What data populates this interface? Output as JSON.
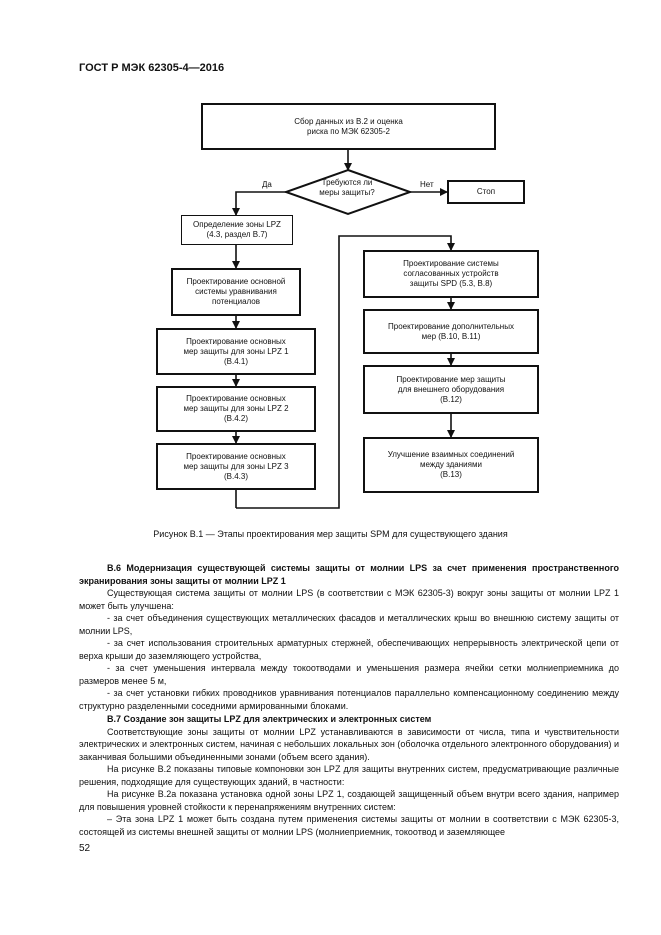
{
  "header": {
    "doc_id": "ГОСТ Р МЭК 62305-4—2016"
  },
  "flowchart": {
    "start": "Сбор данных  из В.2 и оценка\nриска по МЭК 62305-2",
    "decision": "Требуются ли\nмеры защиты?",
    "yes_label": "Да",
    "no_label": "Нет",
    "stop": "Стоп",
    "define_zone": "Определение зоны LPZ\n(4.3, раздел В.7)",
    "left_steps": [
      "Проектирование основной\nсистемы уравнивания\nпотенциалов",
      "Проектирование основных\nмер защиты для зоны LPZ 1\n(В.4.1)",
      "Проектирование основных\nмер защиты для зоны LPZ 2\n(В.4.2)",
      "Проектирование основных\nмер защиты для зоны LPZ 3\n(В.4.3)"
    ],
    "right_steps": [
      "Проектирование системы\nсогласованных устройств\nзащиты SPD (5.3, В.8)",
      "Проектирование дополнительных\nмер (В.10, В.11)",
      "Проектирование мер защиты\nдля внешнего оборудования\n(В.12)",
      "Улучшение взаимных соединений\nмежду зданиями\n(В.13)"
    ]
  },
  "caption": "Рисунок В.1 — Этапы проектирования мер защиты SPM для существующего здания",
  "section_b6": {
    "title": "В.6 Модернизация существующей системы защиты от молнии LPS за счет применения пространственного экранирования зоны защиты от молнии LPZ 1",
    "intro": "Существующая система защиты от молнии LPS (в соответствии с МЭК 62305-3) вокруг зоны защиты от молнии LPZ 1 может быть улучшена:",
    "items": [
      "- за счет объединения существующих металлических фасадов и металлических крыш во внешнюю систему защиты от молнии LPS,",
      "- за счет использования строительных арматурных стержней, обеспечивающих непрерывность электрической цепи от верха крыши до заземляющего устройства,",
      "- за счет уменьшения интервала между токоотводами и уменьшения размера ячейки сетки молниеприемника до размеров менее 5 м,",
      "- за счет установки гибких проводников уравнивания потенциалов параллельно компенсационному соединению между структурно разделенными соседними армированными блоками."
    ]
  },
  "section_b7": {
    "title": "В.7 Создание зон защиты LPZ для электрических и электронных систем",
    "paragraphs": [
      "Соответствующие зоны защиты от молнии LPZ устанавливаются в зависимости от числа, типа и чувствительности электрических и электронных систем, начиная с небольших локальных зон (оболочка отдельного электронного оборудования) и заканчивая большими объединенными зонами (объем всего здания).",
      "На рисунке В.2 показаны типовые компоновки зон LPZ для защиты внутренних систем, предусматривающие различные решения, подходящие для существующих зданий, в частности:",
      "На рисунке В.2а показана установка одной зоны LPZ 1, создающей защищенный объем внутри всего здания, например для повышения уровней стойкости к перенапряжениям внутренних систем:",
      "– Эта зона LPZ 1 может быть создана путем применения системы защиты от молнии в соответствии с МЭК 62305-3, состоящей из системы внешней защиты от молнии LPS (молниеприемник, токоотвод и заземляющее"
    ]
  },
  "page_number": "52"
}
